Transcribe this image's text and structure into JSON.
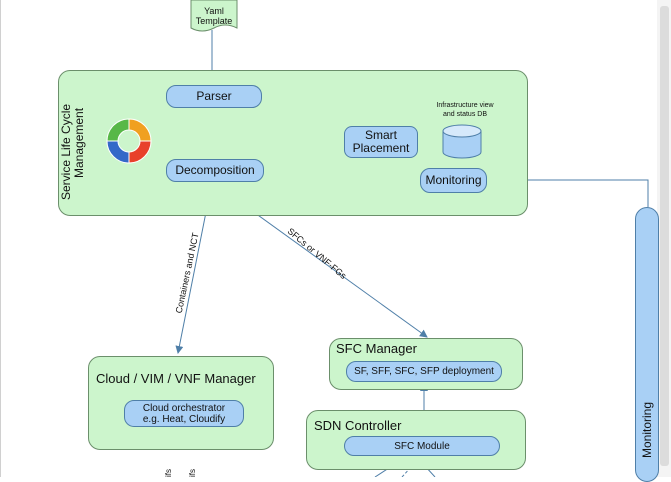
{
  "yaml_template": {
    "line1": "Yaml",
    "line2": "Template"
  },
  "slcm": {
    "title_line1": "Service Life Cycle",
    "title_line2": "Management"
  },
  "nodes": {
    "parser": "Parser",
    "smart_placement_line1": "Smart",
    "smart_placement_line2": "Placement",
    "decomposition": "Decomposition",
    "monitoring": "Monitoring"
  },
  "infra_db": {
    "line1": "Infrastructure view",
    "line2": "and status DB"
  },
  "edge_labels": {
    "containers_nct": "Containers and NCT",
    "sfcs_vnffgs": "SFCs or VNF-FGs"
  },
  "cloud_manager": {
    "title": "Cloud / VIM / VNF Manager",
    "orchestrator_line1": "Cloud orchestrator",
    "orchestrator_line2": "e.g. Heat, Cloudify"
  },
  "sfc_manager": {
    "title": "SFC Manager",
    "deployment": "SF, SFF, SFC, SFP deployment"
  },
  "sdn_controller": {
    "title": "SDN Controller",
    "module": "SFC Module"
  },
  "monitoring_bar": {
    "label": "Monitoring"
  },
  "cut_off_texts": [
    "ifs",
    "ifs"
  ],
  "colors": {
    "box_fill": "#ccf5cc",
    "pill_fill": "#a9d0f5",
    "arrow": "#4f7fa8"
  }
}
